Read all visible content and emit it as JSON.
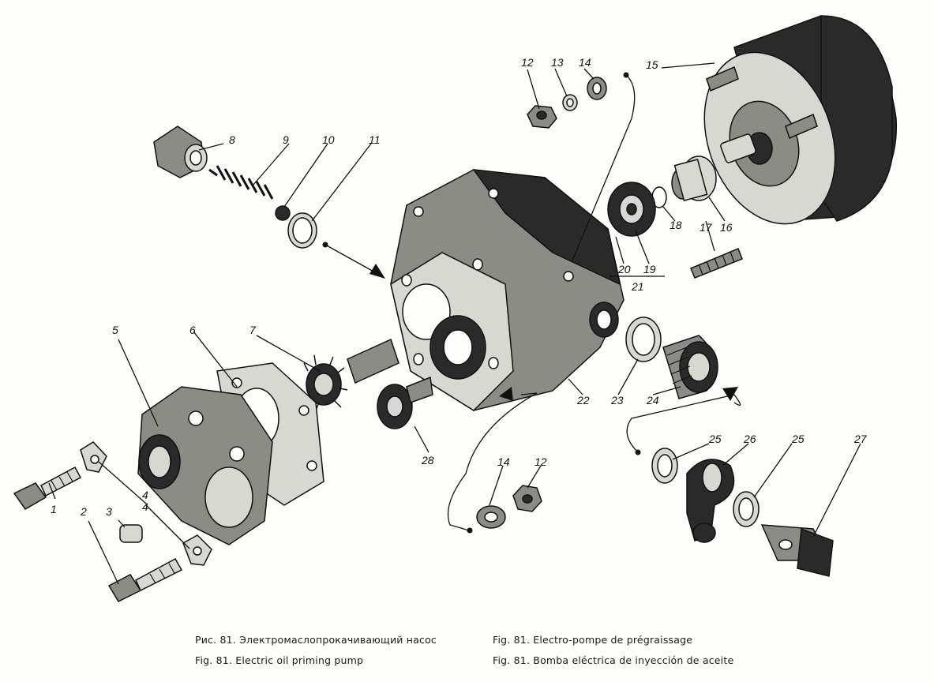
{
  "figure": {
    "part_labels": [
      "1",
      "2",
      "3",
      "4",
      "4",
      "5",
      "6",
      "7",
      "8",
      "9",
      "10",
      "11",
      "12",
      "12",
      "13",
      "14",
      "14",
      "15",
      "16",
      "17",
      "18",
      "19",
      "20",
      "21",
      "22",
      "23",
      "24",
      "25",
      "25",
      "26",
      "27",
      "28"
    ]
  },
  "captions": {
    "ru": "Рис. 81. Электромаслопрокачивающий насос",
    "en": "Fig. 81. Electric oil priming pump",
    "fr": "Fig. 81. Electro-pompe de prégraissage",
    "es": "Fig. 81. Bomba eléctrica de inyección de aceite"
  }
}
